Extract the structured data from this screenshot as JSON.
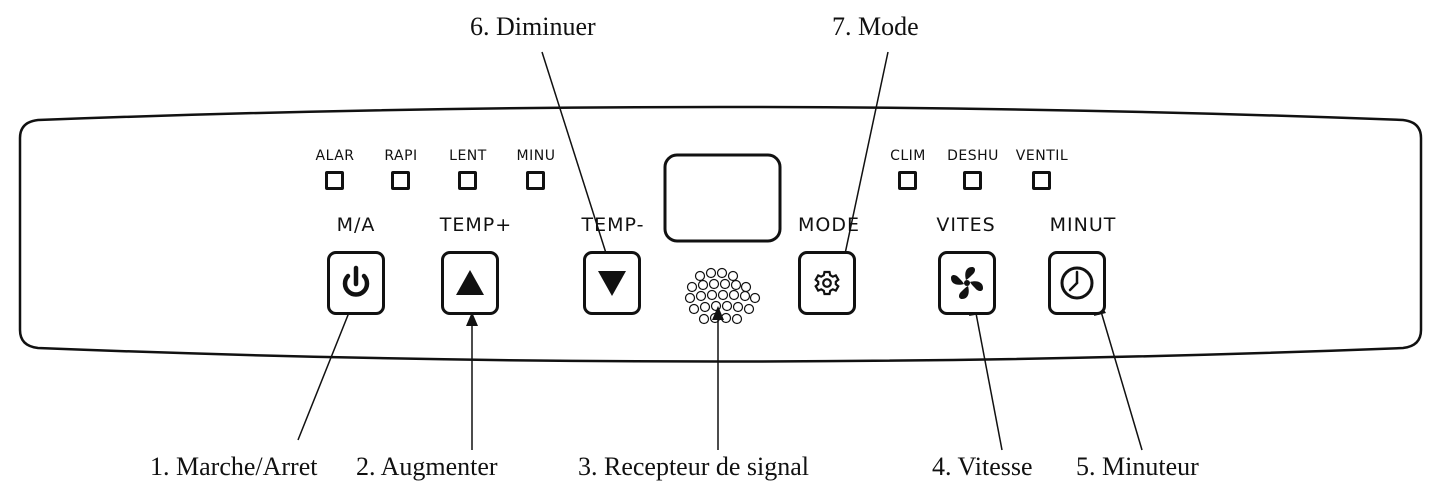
{
  "callouts": {
    "top": [
      {
        "id": "c6",
        "text": "6. Diminuer"
      },
      {
        "id": "c7",
        "text": "7. Mode"
      }
    ],
    "bottom": [
      {
        "id": "c1",
        "text": "1. Marche/Arret"
      },
      {
        "id": "c2",
        "text": "2. Augmenter"
      },
      {
        "id": "c3",
        "text": "3. Recepteur de signal"
      },
      {
        "id": "c4",
        "text": "4. Vitesse"
      },
      {
        "id": "c5",
        "text": "5. Minuteur"
      }
    ]
  },
  "indicators": {
    "left": [
      "ALAR",
      "RAPI",
      "LENT",
      "MINU"
    ],
    "right": [
      "CLIM",
      "DESHU",
      "VENTIL"
    ]
  },
  "buttons": [
    {
      "label": "M/A",
      "icon": "power-icon"
    },
    {
      "label": "TEMP+",
      "icon": "arrow-up-icon"
    },
    {
      "label": "TEMP-",
      "icon": "arrow-down-icon"
    },
    {
      "label": "MODE",
      "icon": "gear-icon"
    },
    {
      "label": "VITES",
      "icon": "fan-icon"
    },
    {
      "label": "MINUT",
      "icon": "clock-icon"
    }
  ],
  "display": {
    "icon": "blank-display"
  },
  "receiver": {
    "icon": "signal-receiver-dots"
  }
}
